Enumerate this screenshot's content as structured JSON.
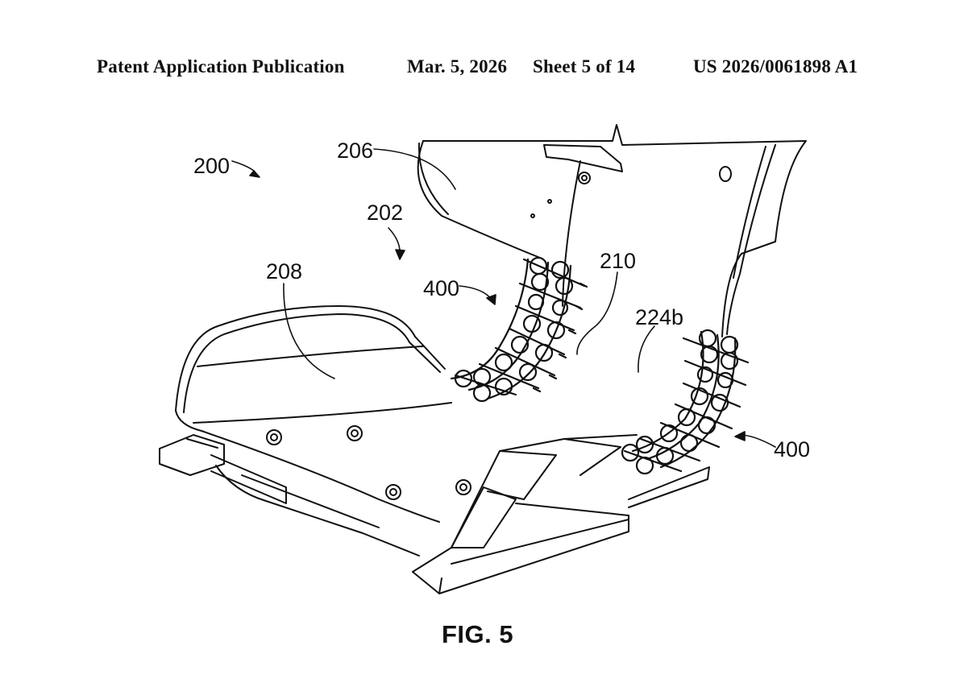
{
  "header": {
    "publication": "Patent Application Publication",
    "date": "Mar. 5, 2026",
    "sheet": "Sheet 5 of 14",
    "number": "US 2026/0061898 A1"
  },
  "figure": {
    "caption": "FIG. 5",
    "labels": {
      "ref_200": "200",
      "ref_206": "206",
      "ref_202": "202",
      "ref_208": "208",
      "ref_400_left": "400",
      "ref_210": "210",
      "ref_224b": "224b",
      "ref_400_right": "400"
    }
  }
}
